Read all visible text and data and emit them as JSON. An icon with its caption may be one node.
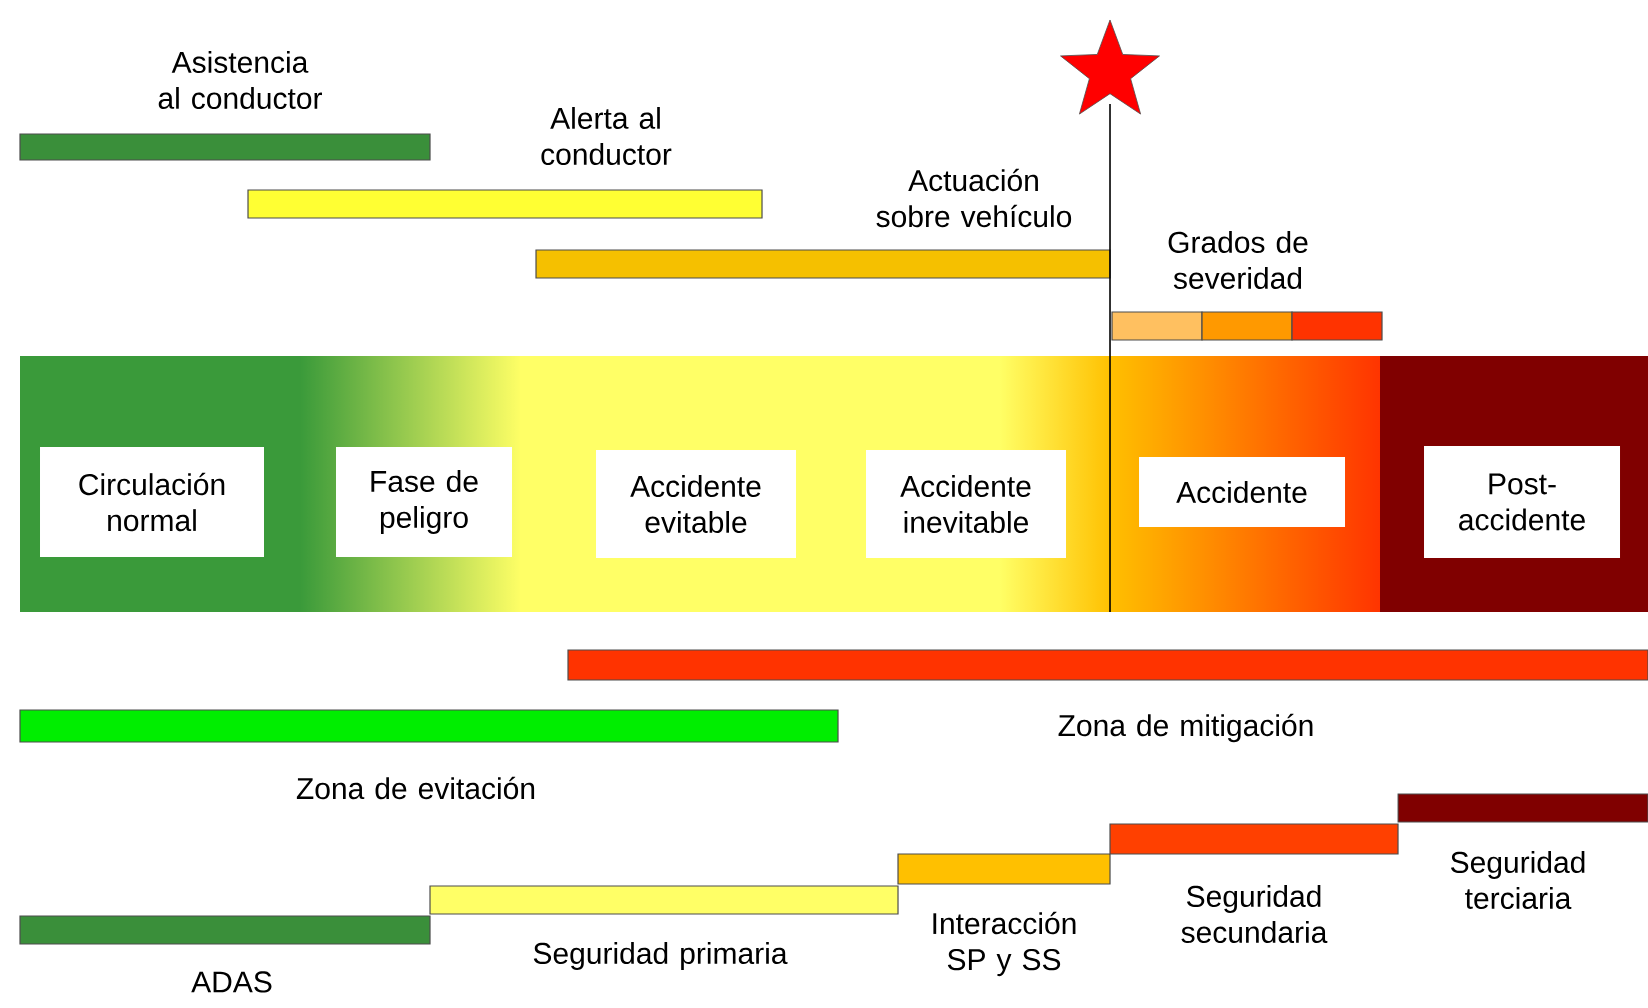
{
  "diagram": {
    "nodes": [
      {
        "text": [
          "Circulación normal"
        ]
      },
      {
        "text": [
          "Fase de peligro"
        ]
      },
      {
        "text": [
          "Accidente evitable"
        ]
      },
      {
        "text": [
          "Accidente inevitable"
        ]
      },
      {
        "text": [
          "Accidente"
        ]
      },
      {
        "text": [
          "Post-accidente"
        ]
      }
    ],
    "labels": [
      "Asistencia al conductor",
      "Alerta al conductor",
      "Actuación sobre vehículo",
      "Grados de severidad",
      "Zona de mitigación",
      "Zona de evitación",
      "Seguridad terciaria",
      "Seguridad secundaria",
      "Interacción SP y SS",
      "Seguridad primaria",
      "ADAS"
    ]
  }
}
